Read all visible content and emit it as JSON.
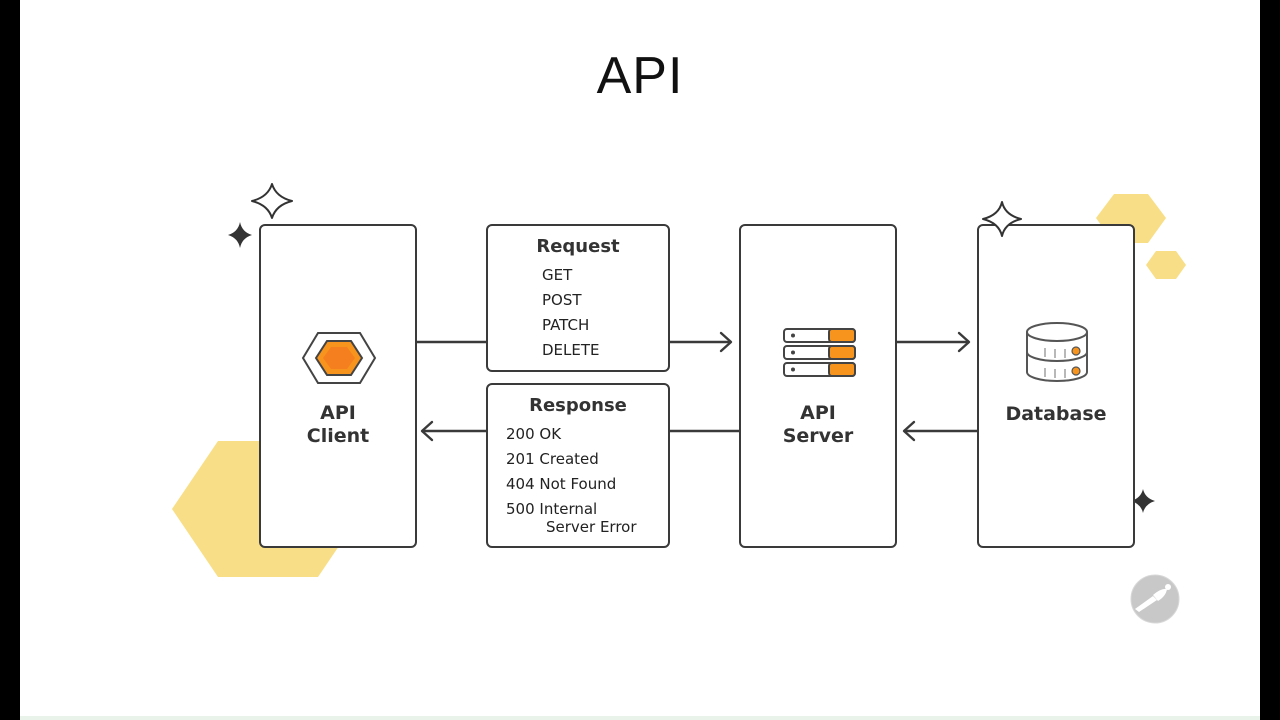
{
  "slide": {
    "title": "API"
  },
  "diagram": {
    "client": {
      "label_line1": "API",
      "label_line2": "Client"
    },
    "server": {
      "label_line1": "API",
      "label_line2": "Server"
    },
    "database": {
      "label": "Database"
    },
    "request": {
      "heading": "Request",
      "methods": [
        "GET",
        "POST",
        "PATCH",
        "DELETE"
      ]
    },
    "response": {
      "heading": "Response",
      "codes": [
        "200 OK",
        "201 Created",
        "404 Not Found",
        "500 Internal",
        "Server Error"
      ]
    }
  },
  "colors": {
    "accent_orange": "#F7941D",
    "accent_yellow": "#F8DE86",
    "outline": "#3A3A3A"
  },
  "icons": [
    "hexagon-logo-icon",
    "server-rack-icon",
    "database-icon",
    "sparkle-icon",
    "postman-logo-icon"
  ]
}
